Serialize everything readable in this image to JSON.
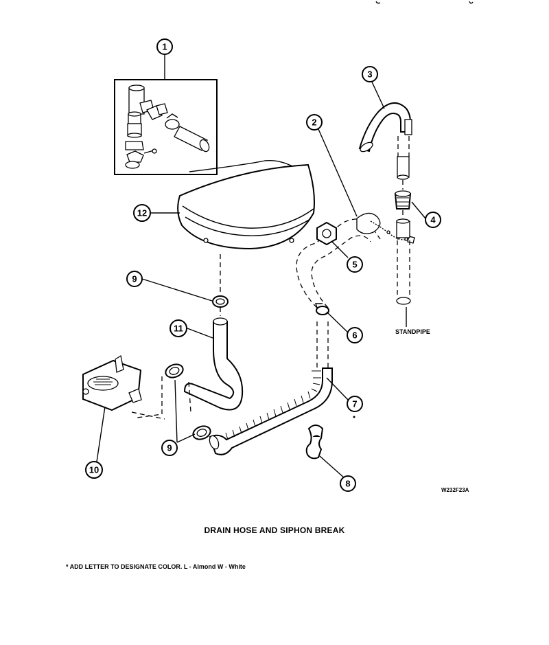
{
  "title": "DRAIN HOSE AND SIPHON BREAK",
  "footnote": "* ADD LETTER TO DESIGNATE COLOR.  L - Almond  W - White",
  "drawing_code": "W232F23A",
  "standpipe_label": "STANDPIPE",
  "callouts": [
    {
      "id": "1",
      "label": "1"
    },
    {
      "id": "2",
      "label": "2"
    },
    {
      "id": "3",
      "label": "3"
    },
    {
      "id": "4",
      "label": "4"
    },
    {
      "id": "5",
      "label": "5"
    },
    {
      "id": "6",
      "label": "6"
    },
    {
      "id": "7",
      "label": "7"
    },
    {
      "id": "8",
      "label": "8"
    },
    {
      "id": "9a",
      "label": "9"
    },
    {
      "id": "9b",
      "label": "9"
    },
    {
      "id": "10",
      "label": "10"
    },
    {
      "id": "11",
      "label": "11"
    },
    {
      "id": "12",
      "label": "12"
    }
  ]
}
